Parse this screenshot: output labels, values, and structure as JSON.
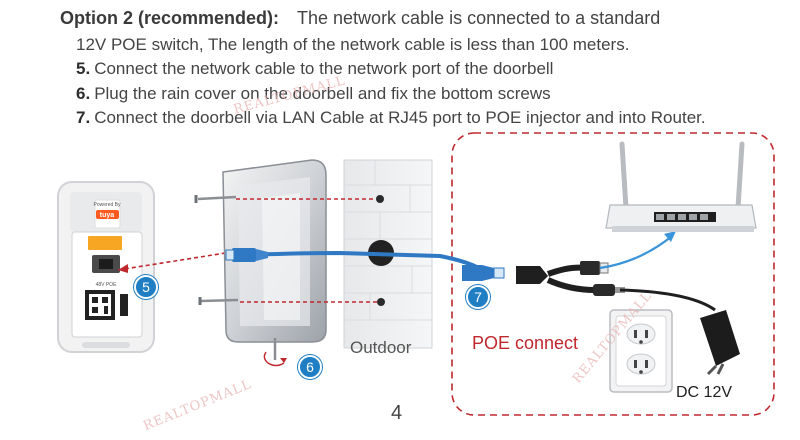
{
  "instructions": {
    "option_label": "Option 2 (recommended):",
    "option_text": "The network cable is connected to a standard",
    "continuation": "12V POE switch, The length of the network cable is less than 100 meters.",
    "steps": [
      {
        "number": "5.",
        "text": "Connect the network cable to the network port of the doorbell"
      },
      {
        "number": "6.",
        "text": "Plug the rain cover on the doorbell and fix the bottom screws"
      },
      {
        "number": "7.",
        "text": "Connect the doorbell via LAN Cable at RJ45 port to POE injector and into Router."
      }
    ]
  },
  "diagram": {
    "callouts": [
      "5",
      "6",
      "7"
    ],
    "outdoor_label": "Outdoor",
    "poe_label": "POE connect",
    "dc_label": "DC 12V",
    "doorbell_brand": "tuya",
    "doorbell_badge": "Powered By",
    "port_label": "48V POE"
  },
  "watermark": "REALTOPMALL",
  "page_number": "4",
  "colors": {
    "cable_blue": "#2f78c4",
    "callout_blue": "#1f7ec4",
    "red_dash": "#c0282e",
    "tuya_orange": "#ff5a1f"
  }
}
